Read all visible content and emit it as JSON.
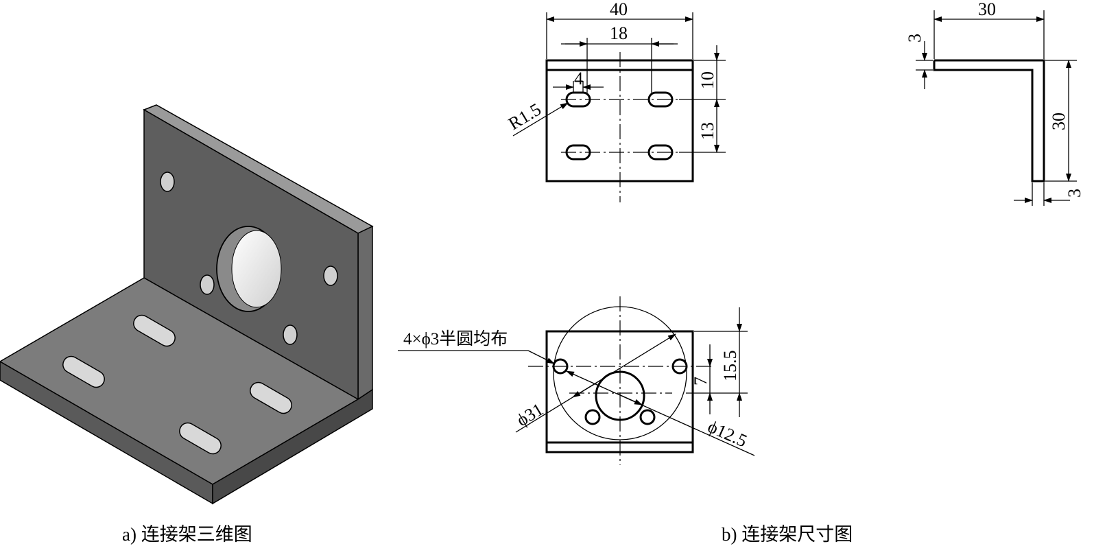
{
  "captions": {
    "a": "a) 连接架三维图",
    "b": "b) 连接架尺寸图"
  },
  "top_view": {
    "width": "40",
    "slot_spacing": "18",
    "slot_length": "4",
    "slot_radius": "R1.5",
    "edge_offset": "10",
    "row_spacing": "13"
  },
  "side_view": {
    "length": "30",
    "height": "30",
    "thickness_top": "3",
    "thickness_side": "3"
  },
  "front_view": {
    "hole_note": "4×ϕ3半圆均布",
    "pitch_diameter": "ϕ31",
    "bore_diameter": "ϕ12.5",
    "center_height": "15.5",
    "hole_offset": "7"
  },
  "colors": {
    "face_dark": "#5c5c5c",
    "face_mid": "#7a7a7a",
    "face_light": "#9a9a9a",
    "bore_light": "#f2f2f2"
  }
}
